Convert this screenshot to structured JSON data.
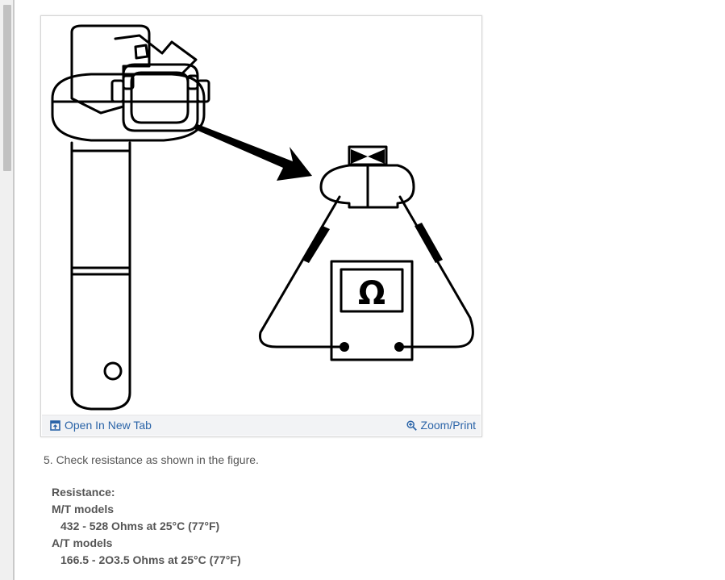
{
  "figure": {
    "omega_symbol": "Ω",
    "open_new_tab_label": "Open In New Tab",
    "zoom_print_label": "Zoom/Print",
    "open_new_tab_icon": "open-new-tab-icon",
    "zoom_icon": "magnifier-plus-icon",
    "link_color": "#2b64a8"
  },
  "instructions": {
    "step_text": "5. Check resistance as shown in the figure.",
    "resistance_heading": "Resistance:",
    "mt_label": "M/T models",
    "mt_value": "432 - 528 Ohms at 25°C (77°F)",
    "at_label": "A/T models",
    "at_value": "166.5 - 2O3.5 Ohms at 25°C (77°F)"
  }
}
